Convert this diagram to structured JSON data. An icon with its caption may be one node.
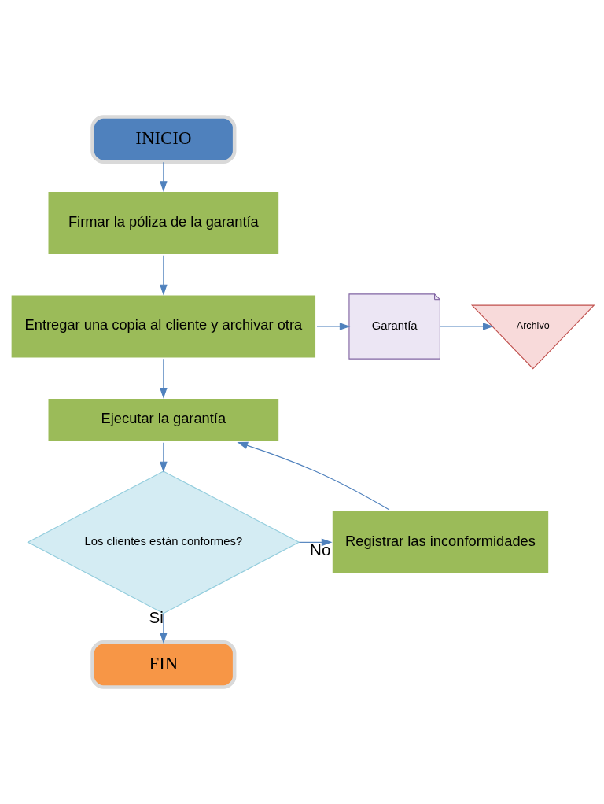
{
  "diagram": {
    "nodes": [
      {
        "text": [
          "INICIO"
        ]
      },
      {
        "text": [
          "Firmar la póliza de la garantía"
        ]
      },
      {
        "text": [
          "Entregar una copia al cliente y archivar otra"
        ]
      },
      {
        "text": [
          "Garantía"
        ]
      },
      {
        "text": [
          "Archivo"
        ]
      },
      {
        "text": [
          "Ejecutar la garantía"
        ]
      },
      {
        "text": [
          "Los clientes están conformes?"
        ]
      },
      {
        "text": [
          "Registrar las inconformidades"
        ]
      },
      {
        "text": [
          "FIN"
        ]
      }
    ],
    "edges": [
      {
        "from": 0,
        "to": 1,
        "arrow": "to"
      },
      {
        "from": 1,
        "to": 2,
        "arrow": "to"
      },
      {
        "from": 2,
        "to": 3,
        "arrow": "to"
      },
      {
        "from": 3,
        "to": 4,
        "arrow": "to"
      },
      {
        "from": 2,
        "to": 5,
        "arrow": "to"
      },
      {
        "from": 5,
        "to": 6,
        "arrow": "to"
      },
      {
        "from": 6,
        "to": 7,
        "arrow": "to",
        "label": "No"
      },
      {
        "from": 7,
        "to": 5,
        "arrow": "to"
      },
      {
        "from": 6,
        "to": 8,
        "arrow": "to",
        "label": "Si"
      }
    ]
  }
}
